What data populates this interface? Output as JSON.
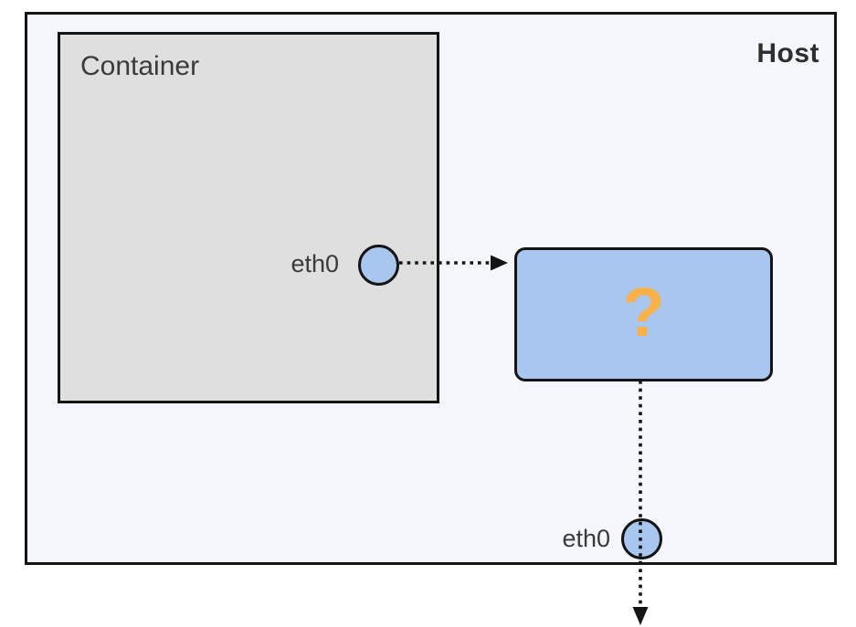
{
  "diagram": {
    "host": {
      "label": "Host"
    },
    "container": {
      "label": "Container",
      "interface": {
        "label": "eth0"
      }
    },
    "unknown_node": {
      "label": "?"
    },
    "host_interface": {
      "label": "eth0"
    },
    "colors": {
      "host_bg": "#f3f6fb",
      "container_bg": "#dfdfdf",
      "node_blue": "#a9c6ee",
      "question_orange": "#f9b24a",
      "border_dark": "#141414",
      "text_dark": "#3a3a3a"
    }
  }
}
